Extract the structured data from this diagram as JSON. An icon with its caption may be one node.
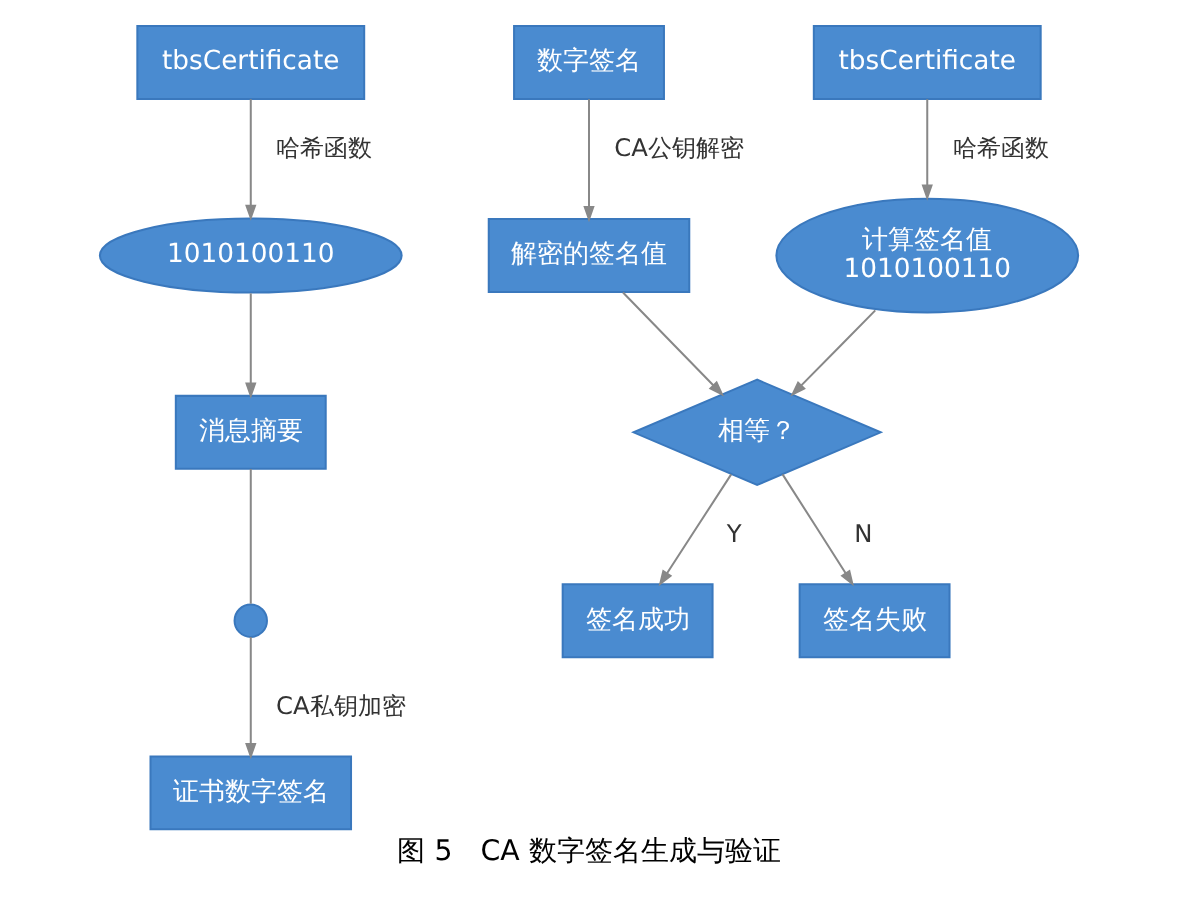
{
  "diagram": {
    "caption": "图 5　CA 数字签名生成与验证",
    "nodes": [
      {
        "text": [
          "tbsCertificate"
        ]
      },
      {
        "text": [
          "1010100110"
        ]
      },
      {
        "text": [
          "消息摘要"
        ]
      },
      {
        "text": [],
        "shape": "key"
      },
      {
        "text": [
          "证书数字签名"
        ]
      },
      {
        "text": [
          "数字签名"
        ]
      },
      {
        "text": [
          "tbsCertificate"
        ]
      },
      {
        "text": [
          "解密的签名值"
        ]
      },
      {
        "text": [
          "计算签名值",
          "1010100110"
        ]
      },
      {
        "text": [
          "相等？"
        ]
      },
      {
        "text": [
          "签名成功"
        ]
      },
      {
        "text": [
          "签名失败"
        ]
      }
    ],
    "edges": [
      {
        "from": 0,
        "to": 1,
        "arrow": "to",
        "label": "哈希函数"
      },
      {
        "from": 1,
        "to": 2,
        "arrow": "to"
      },
      {
        "from": 2,
        "to": 3,
        "arrow": "none"
      },
      {
        "from": 3,
        "to": 4,
        "arrow": "to",
        "label": "CA私钥加密"
      },
      {
        "from": 5,
        "to": 7,
        "arrow": "to",
        "label": "CA公钥解密"
      },
      {
        "from": 6,
        "to": 8,
        "arrow": "to",
        "label": "哈希函数"
      },
      {
        "from": 7,
        "to": 9,
        "arrow": "to"
      },
      {
        "from": 8,
        "to": 9,
        "arrow": "to"
      },
      {
        "from": 9,
        "to": 10,
        "arrow": "to",
        "label": "Y"
      },
      {
        "from": 9,
        "to": 11,
        "arrow": "to",
        "label": "N"
      }
    ]
  }
}
